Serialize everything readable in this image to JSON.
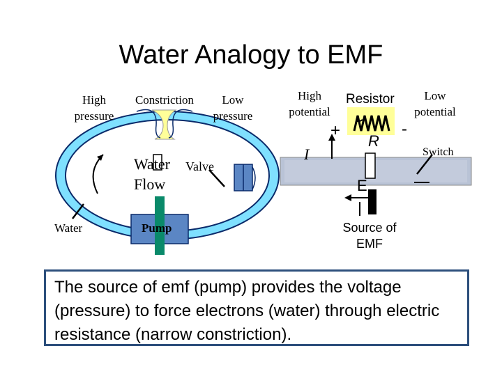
{
  "slide": {
    "title": "Water Analogy to EMF"
  },
  "water_circuit": {
    "high_pressure": "High pressure",
    "constriction": "Constriction",
    "low_pressure": "Low pressure",
    "water_flow_line1": "Water",
    "water_flow_line2": "Flow",
    "valve": "Valve",
    "water": "Water",
    "pump": "Pump"
  },
  "electric_circuit": {
    "high_potential": "High potential",
    "resistor": "Resistor",
    "low_potential": "Low potential",
    "plus_sign": "+",
    "minus_sign": "-",
    "resistor_symbol": "R",
    "current_symbol": "I",
    "switch": "Switch",
    "emf_symbol": "E",
    "source_of_emf": "Source of EMF"
  },
  "caption": {
    "text": "The source of emf (pump) provides the voltage (pressure) to force electrons (water) through electric resistance (narrow constriction)."
  },
  "colors": {
    "pipe_fill": "#7fe0ff",
    "pipe_outline": "#0a2a6a",
    "constriction_fill": "#ffff99",
    "pump_blue": "#5b86c4",
    "pump_shaft": "#0a8a6a",
    "wire_fill": "#b9c3d6",
    "resistor_fill": "#ffff99",
    "caption_border": "#2d4f7c"
  }
}
